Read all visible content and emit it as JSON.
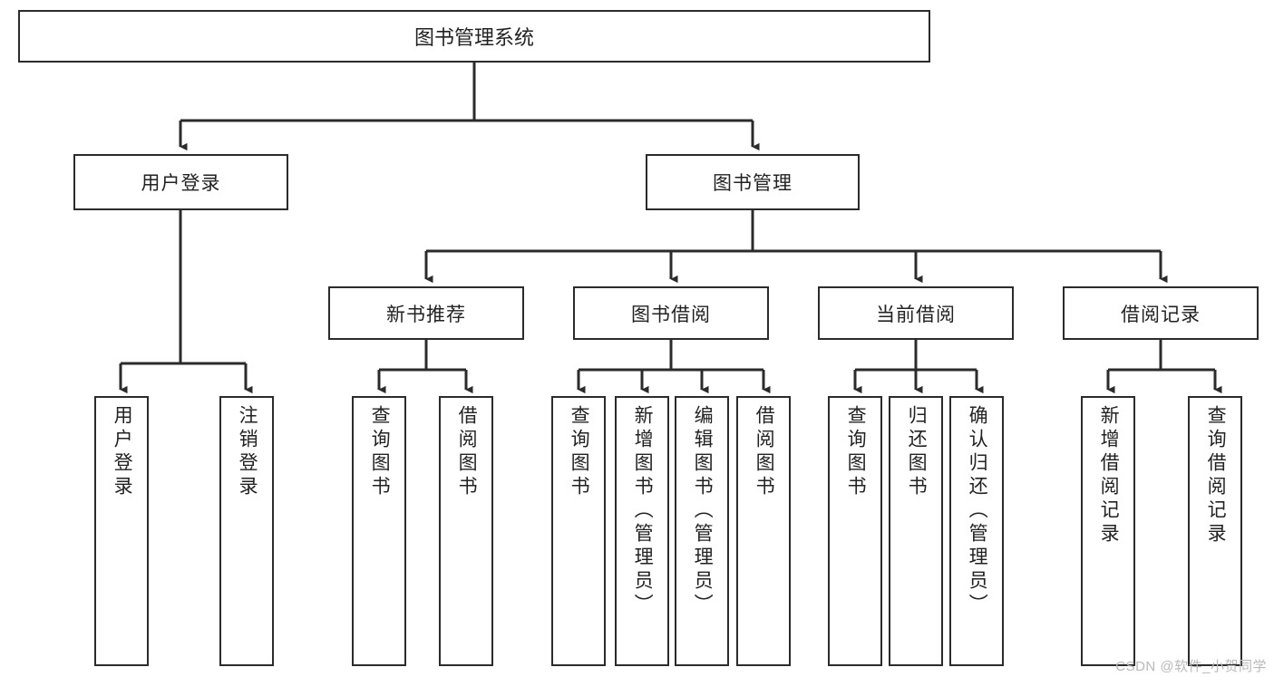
{
  "diagram": {
    "title": "图书管理系统",
    "watermark": "CSDN @软件_小贺同学",
    "colors": {
      "stroke": "#2b2b2b",
      "fill": "#ffffff",
      "text": "#222222",
      "watermark": "#b9b9b9"
    },
    "levels": {
      "root": {
        "label": "图书管理系统"
      },
      "level2": [
        {
          "label": "用户登录"
        },
        {
          "label": "图书管理"
        }
      ],
      "level3": [
        {
          "label": "新书推荐"
        },
        {
          "label": "图书借阅"
        },
        {
          "label": "当前借阅"
        },
        {
          "label": "借阅记录"
        }
      ],
      "leaves": {
        "user_login": [
          {
            "label": "用户登录"
          },
          {
            "label": "注销登录"
          }
        ],
        "new_book": [
          {
            "label": "查询图书"
          },
          {
            "label": "借阅图书"
          }
        ],
        "book_borrow": [
          {
            "label": "查询图书"
          },
          {
            "label": "新增图书（管理员）"
          },
          {
            "label": "编辑图书（管理员）"
          },
          {
            "label": "借阅图书"
          }
        ],
        "current_borrow": [
          {
            "label": "查询图书"
          },
          {
            "label": "归还图书"
          },
          {
            "label": "确认归还（管理员）"
          }
        ],
        "borrow_record": [
          {
            "label": "新增借阅记录"
          },
          {
            "label": "查询借阅记录"
          }
        ]
      }
    }
  }
}
